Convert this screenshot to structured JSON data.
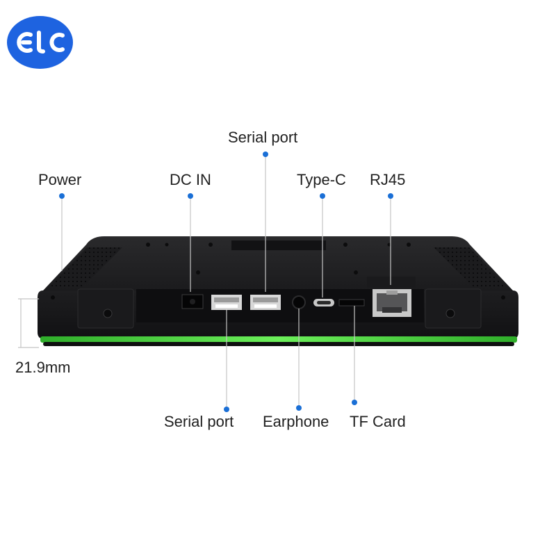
{
  "logo": {
    "text": "ELC",
    "color": "#1e63e0"
  },
  "accent_color": "#1a6fd6",
  "led_strip_color": "#5ee04a",
  "callouts_top": {
    "power": "Power",
    "dc_in": "DC IN",
    "serial_port_top": "Serial port",
    "type_c": "Type-C",
    "rj45": "RJ45"
  },
  "callouts_bottom": {
    "serial_port_bottom": "Serial port",
    "earphone": "Earphone",
    "tf_card": "TF Card"
  },
  "dimension": {
    "thickness": "21.9mm"
  }
}
